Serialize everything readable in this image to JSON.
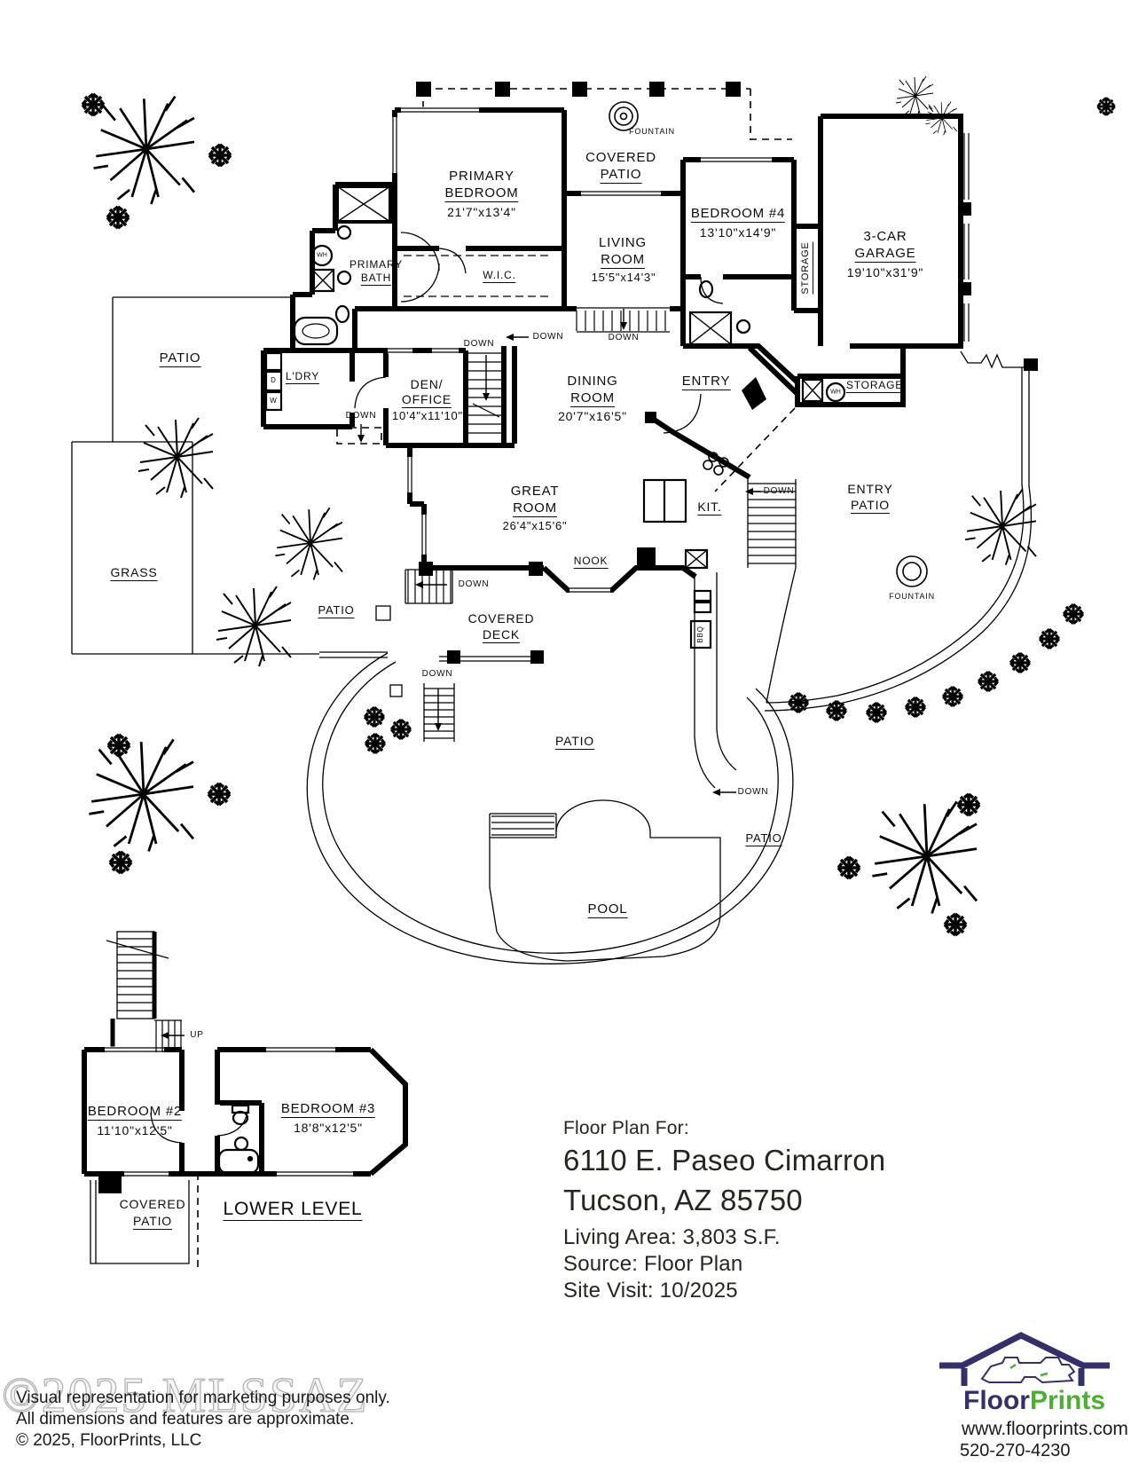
{
  "plan": {
    "main": {
      "covered_patio_top": {
        "l1": "COVERED",
        "l2": "PATIO"
      },
      "fountain": "FOUNTAIN",
      "primary_bedroom": {
        "l1": "PRIMARY",
        "l2": "BEDROOM",
        "dims": "21'7\"x13'4\""
      },
      "living_room": {
        "l1": "LIVING",
        "l2": "ROOM",
        "dims": "15'5\"x14'3\""
      },
      "bedroom4": {
        "l1": "BEDROOM #4",
        "dims": "13'10\"x14'9\""
      },
      "garage": {
        "l1": "3-CAR",
        "l2": "GARAGE",
        "dims": "19'10\"x31'9\""
      },
      "storage": "STORAGE",
      "primary_bath": {
        "l1": "PRIMARY",
        "l2": "BATH"
      },
      "wic": "W.I.C.",
      "ldry": "L'DRY",
      "den_office": {
        "l1": "DEN/",
        "l2": "OFFICE",
        "dims": "10'4\"x11'10\""
      },
      "dining_room": {
        "l1": "DINING",
        "l2": "ROOM",
        "dims": "20'7\"x16'5\""
      },
      "entry": "ENTRY",
      "great_room": {
        "l1": "GREAT",
        "l2": "ROOM",
        "dims": "26'4\"x15'6\""
      },
      "kitchen": "KIT.",
      "nook": "NOOK",
      "entry_patio": {
        "l1": "ENTRY",
        "l2": "PATIO"
      },
      "grass": "GRASS",
      "patio": "PATIO",
      "covered_deck": {
        "l1": "COVERED",
        "l2": "DECK"
      },
      "pool": "POOL",
      "bbq": "BBQ",
      "wh": "WH",
      "washer": "W",
      "dryer": "D",
      "down": "DOWN",
      "up": "UP"
    },
    "lower": {
      "bedroom2": {
        "l1": "BEDROOM #2",
        "dims": "11'10\"x12'5\""
      },
      "bedroom3": {
        "l1": "BEDROOM #3",
        "dims": "18'8\"x12'5\""
      },
      "covered_patio": {
        "l1": "COVERED",
        "l2": "PATIO"
      },
      "title": "LOWER LEVEL"
    }
  },
  "title_block": {
    "heading": "Floor Plan For:",
    "address_line1": "6110 E. Paseo Cimarron",
    "address_line2": "Tucson, AZ  85750",
    "living_area": "Living Area:  3,803 S.F.",
    "source": "Source:  Floor Plan",
    "site_visit": "Site Visit:  10/2025"
  },
  "footer": {
    "watermark": "©2025 MLSSAZ",
    "disclaimer1": "Visual representation for marketing purposes only.",
    "disclaimer2": "All dimensions and features are approximate.",
    "copyright": "© 2025, FloorPrints, LLC",
    "logo": {
      "part1": "Floor",
      "part2": "Prints"
    },
    "website": "www.floorprints.com",
    "phone": "520-270-4230"
  },
  "colors": {
    "ink": "#000000",
    "logo_navy": "#343169",
    "logo_green": "#4caf32",
    "watermark": "#b4b4b4"
  }
}
